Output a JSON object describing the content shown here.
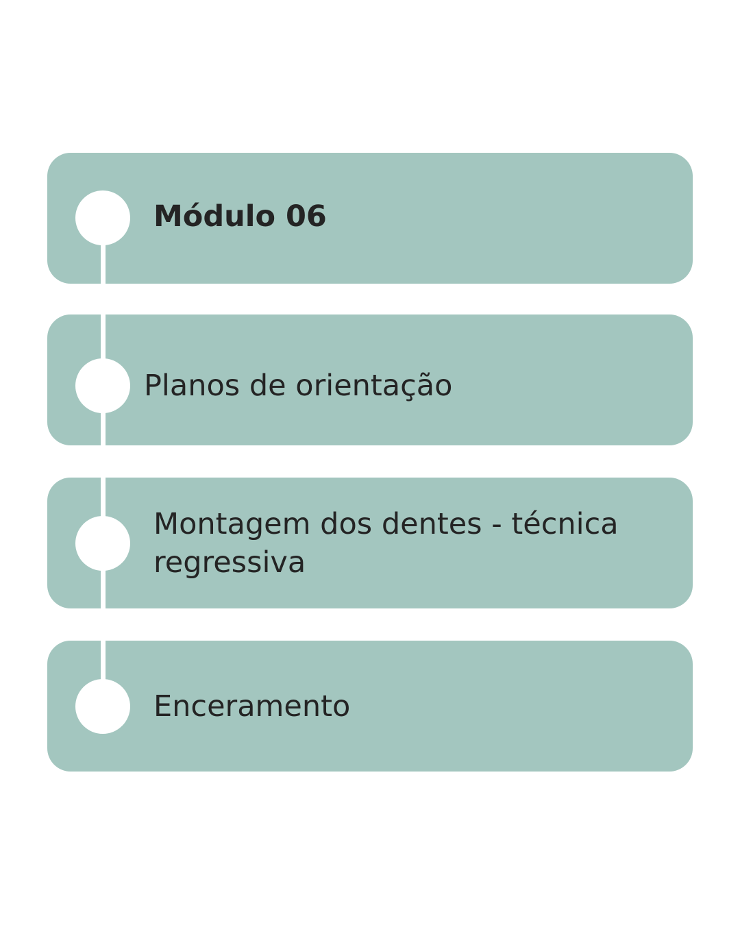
{
  "accent_color": "#a3c6bf",
  "title": "Módulo 06",
  "items": [
    {
      "label": "Planos de orientação"
    },
    {
      "label": "Montagem dos dentes - técnica regressiva"
    },
    {
      "label": "Enceramento"
    }
  ]
}
